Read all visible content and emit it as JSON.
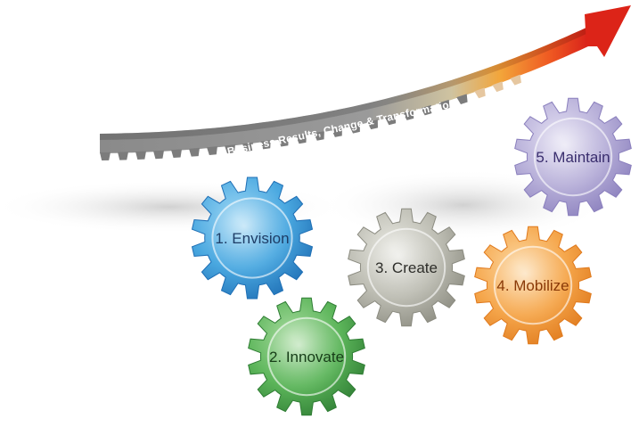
{
  "banner": {
    "text": "Business Results, Change & Transformation"
  },
  "gears": [
    {
      "id": "envision",
      "label": "1. Envision",
      "color_light": "#9fd8f5",
      "color_mid": "#4aa8e0",
      "color_dark": "#1f6fb5",
      "text_color": "#1e3d66"
    },
    {
      "id": "innovate",
      "label": "2. Innovate",
      "color_light": "#a9dca0",
      "color_mid": "#5cb55a",
      "color_dark": "#2f7d34",
      "text_color": "#173d18"
    },
    {
      "id": "create",
      "label": "3. Create",
      "color_light": "#e8e8e1",
      "color_mid": "#bcbcb2",
      "color_dark": "#8b8b80",
      "text_color": "#2e2e2a"
    },
    {
      "id": "mobilize",
      "label": "4. Mobilize",
      "color_light": "#fcd7a0",
      "color_mid": "#f5a64b",
      "color_dark": "#e07a1d",
      "text_color": "#8a3a08"
    },
    {
      "id": "maintain",
      "label": "5. Maintain",
      "color_light": "#e4e0f3",
      "color_mid": "#b6aed8",
      "color_dark": "#8a7fbd",
      "text_color": "#3a2e6e"
    }
  ],
  "colors": {
    "band_gray": "#8d8d8d",
    "band_dark": "#5f5f5f",
    "arrow_red": "#e02a1a",
    "arrow_orange": "#f07a2a",
    "shadow": "#d2d2d2"
  }
}
